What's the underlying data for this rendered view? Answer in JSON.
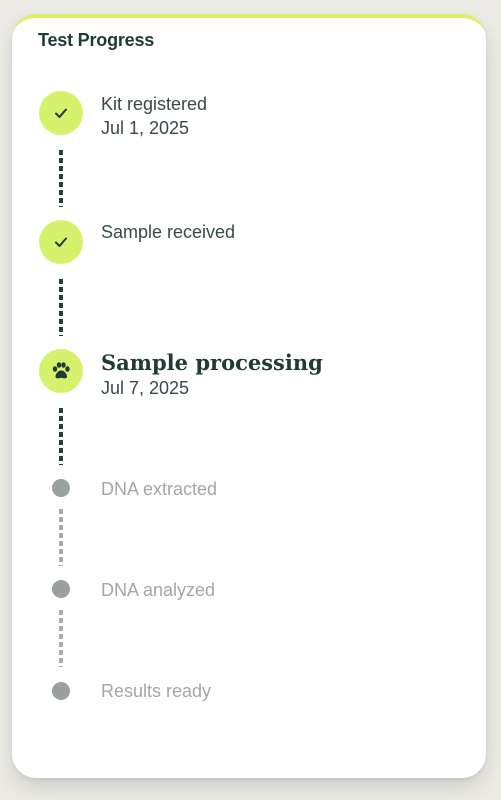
{
  "card": {
    "title": "Test Progress"
  },
  "steps": [
    {
      "label": "Kit registered",
      "date": "Jul 1, 2025",
      "status": "completed",
      "icon": "check-icon"
    },
    {
      "label": "Sample received",
      "date": "",
      "status": "completed",
      "icon": "check-icon"
    },
    {
      "label": "Sample processing",
      "date": "Jul 7, 2025",
      "status": "current",
      "icon": "paw-icon"
    },
    {
      "label": "DNA extracted",
      "date": "",
      "status": "pending",
      "icon": ""
    },
    {
      "label": "DNA analyzed",
      "date": "",
      "status": "pending",
      "icon": ""
    },
    {
      "label": "Results ready",
      "date": "",
      "status": "pending",
      "icon": ""
    }
  ],
  "colors": {
    "accent": "#d6f26c",
    "text_dark": "#1f3b33",
    "pending": "#9aa09e",
    "background": "#ecebe6"
  }
}
